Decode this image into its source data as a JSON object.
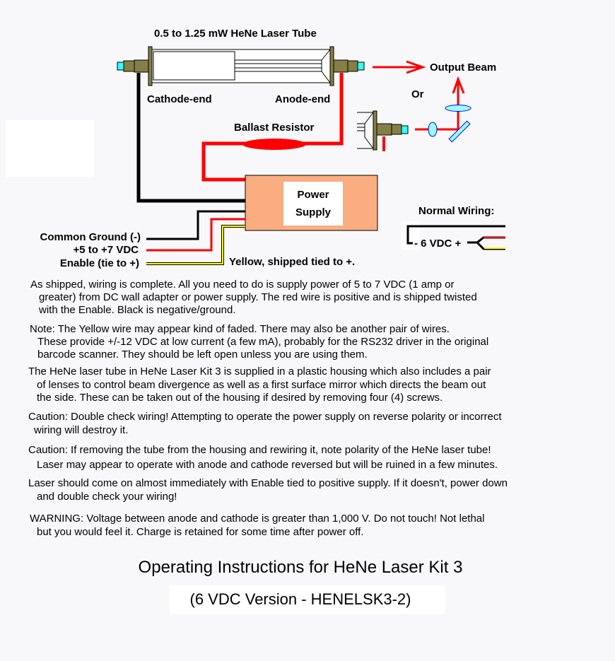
{
  "diagram": {
    "tube_title": "0.5 to 1.25 mW HeNe Laser Tube",
    "cathode_label": "Cathode-end",
    "anode_label": "Anode-end",
    "ballast_label": "Ballast Resistor",
    "output_label": "Output Beam",
    "or_label": "Or",
    "power_supply": [
      "Power",
      "Supply"
    ],
    "wire_labels": [
      "Common Ground (-)",
      "+5 to +7 VDC",
      "Enable (tie to +)"
    ],
    "yellow_note": "Yellow, shipped tied to +.",
    "normal_wiring_label": "Normal Wiring:",
    "normal_wiring_vdc": "- 6 VDC +",
    "colors": {
      "wire_red": "#ff0000",
      "wire_black": "#000000",
      "wire_yellow": "#ffff00",
      "tube_metal": "#857f45",
      "window": "#33ffff",
      "power_supply": "#f9ad80",
      "optics": "#99ffff"
    }
  },
  "paragraphs": [
    [
      "As shipped, wiring is complete.  All you need to do is supply power of 5 to 7 VDC (1 amp or",
      "greater) from DC wall adapter or power supply.  The red wire is positive and is shipped twisted",
      "with the Enable.  Black is negative/ground."
    ],
    [
      "Note: The Yellow wire may appear kind of faded.  There may also be another pair of wires.",
      "These provide +/-12 VDC at low current (a few mA), probably for the RS232 driver in the original",
      "barcode scanner.  They should be left open unless you are using them."
    ],
    [
      "The HeNe laser tube in HeNe Laser Kit 3 is supplied in a plastic housing which also includes a pair",
      "of lenses to control beam divergence as well as a first surface mirror which directs the beam out",
      "the side.  These can be taken out of the housing if desired by removing four (4) screws."
    ],
    [
      "Caution: Double check wiring! Attempting to operate the power supply on reverse polarity or incorrect",
      "wiring will destroy it."
    ],
    [
      "Caution: If removing the tube from the housing and rewiring it, note polarity of the HeNe laser tube!",
      "Laser may appear to operate with anode and cathode reversed but will be ruined in a few minutes."
    ],
    [
      "Laser should come on almost immediately with Enable tied to positive supply.  If it doesn't, power down",
      "and double check your wiring!"
    ],
    [
      "WARNING: Voltage between anode and cathode is greater than 1,000 V.  Do not touch!  Not lethal",
      "but you would feel it.  Charge is retained for some time after power off."
    ]
  ],
  "footer": {
    "title": "Operating Instructions for HeNe Laser Kit 3",
    "subtitle": "(6 VDC Version - HENELSK3-2)"
  }
}
